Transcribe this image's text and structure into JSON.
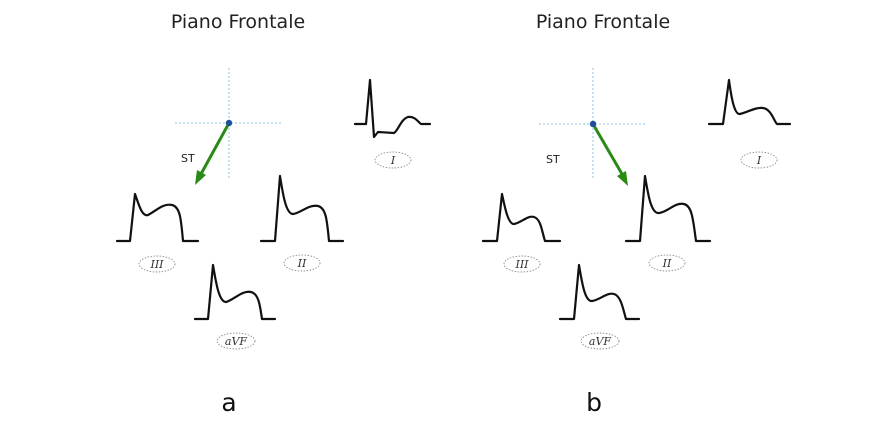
{
  "panels": [
    {
      "title": "Piano Frontale",
      "letter": "a",
      "vector_label": "ST",
      "leads": [
        {
          "name": "I",
          "morphology": "depressed-st"
        },
        {
          "name": "III",
          "morphology": "elevated-st"
        },
        {
          "name": "II",
          "morphology": "elevated-st"
        },
        {
          "name": "aVF",
          "morphology": "elevated-st"
        }
      ]
    },
    {
      "title": "Piano Frontale",
      "letter": "b",
      "vector_label": "ST",
      "leads": [
        {
          "name": "I",
          "morphology": "elevated-st"
        },
        {
          "name": "III",
          "morphology": "elevated-st"
        },
        {
          "name": "II",
          "morphology": "elevated-st"
        },
        {
          "name": "aVF",
          "morphology": "elevated-st"
        }
      ]
    }
  ],
  "colors": {
    "axis": "#8ec4e6",
    "vector": "#2a8a16",
    "origin": "#1f4e9c",
    "trace": "#111111"
  }
}
